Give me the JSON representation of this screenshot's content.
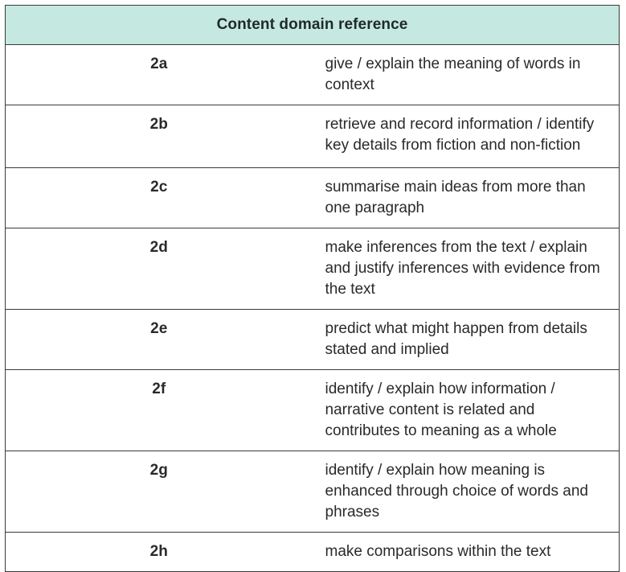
{
  "table": {
    "header": "Content domain reference",
    "rows": [
      {
        "code": "2a",
        "description": "give / explain the meaning of words in context"
      },
      {
        "code": "2b",
        "description": "retrieve and record information / identify key details from fiction and non-fiction"
      },
      {
        "code": "2c",
        "description": "summarise main ideas from more than one paragraph"
      },
      {
        "code": "2d",
        "description": "make inferences from the text / explain and justify inferences with evidence from the text"
      },
      {
        "code": "2e",
        "description": "predict what might happen from details stated and implied"
      },
      {
        "code": "2f",
        "description": "identify / explain how information / narrative content is related and contributes to meaning as a whole"
      },
      {
        "code": "2g",
        "description": "identify / explain how meaning is enhanced through choice of words and phrases"
      },
      {
        "code": "2h",
        "description": "make comparisons within the text"
      }
    ]
  },
  "colors": {
    "header_background": "#c5e8e0",
    "border": "#3a3a3a"
  }
}
